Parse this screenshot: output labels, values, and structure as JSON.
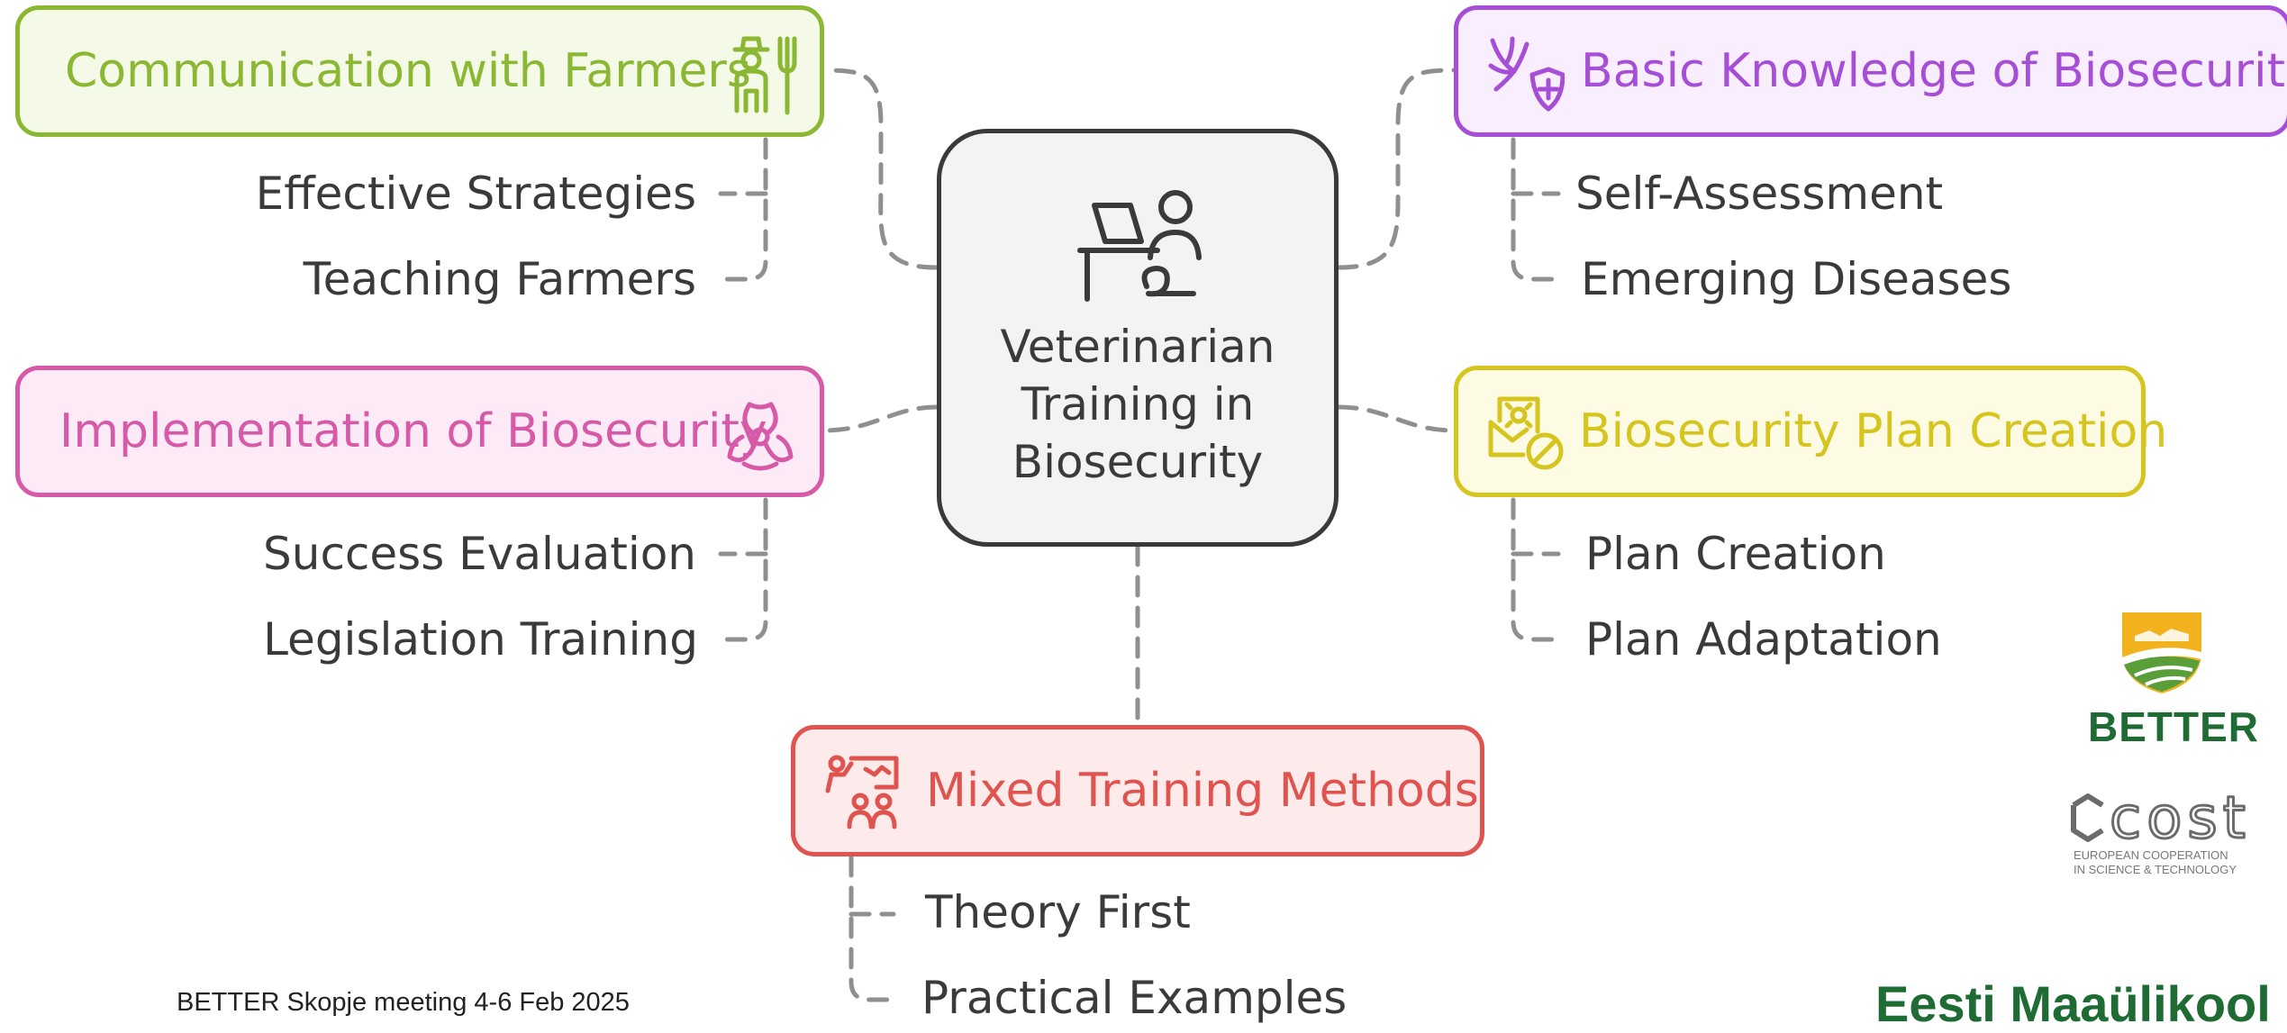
{
  "center": {
    "lines": [
      "Veterinarian",
      "Training in",
      "Biosecurity"
    ]
  },
  "nodes": {
    "communication": {
      "title": "Communication with Farmers",
      "icon": "farmer-pitchfork-icon",
      "color": "#8ab833",
      "fill": "#f4f9e8",
      "subs": [
        "Effective Strategies",
        "Teaching Farmers"
      ]
    },
    "knowledge": {
      "title": "Basic Knowledge of Biosecurity",
      "icon": "germ-shield-icon",
      "color": "#a64fd6",
      "fill": "#f8eefd",
      "subs": [
        "Self-Assessment",
        "Emerging Diseases"
      ]
    },
    "implementation": {
      "title": "Implementation of Biosecurity",
      "icon": "biohazard-icon",
      "color": "#d65aa8",
      "fill": "#fcebf6",
      "subs": [
        "Success Evaluation",
        "Legislation Training"
      ]
    },
    "plan": {
      "title": "Biosecurity Plan Creation",
      "icon": "plan-document-icon",
      "color": "#d6c51f",
      "fill": "#fdfbe3",
      "subs": [
        "Plan Creation",
        "Plan Adaptation"
      ]
    },
    "mixed": {
      "title": "Mixed Training Methods",
      "icon": "teacher-group-icon",
      "color": "#e05450",
      "fill": "#fdebeb",
      "subs": [
        "Theory First",
        "Practical Examples"
      ]
    }
  },
  "footer": "BETTER Skopje meeting 4-6 Feb 2025",
  "logos": {
    "better": "BETTER",
    "cost": "cost",
    "cost_subtitle": [
      "EUROPEAN COOPERATION",
      "IN SCIENCE & TECHNOLOGY"
    ],
    "emu": "Eesti Maaülikool"
  },
  "colors": {
    "connector": "#8f8f8f",
    "text": "#3a3a3a",
    "center_border": "#3a3a3a",
    "center_fill": "#f3f3f3",
    "logo_green": "#1e6b33"
  }
}
